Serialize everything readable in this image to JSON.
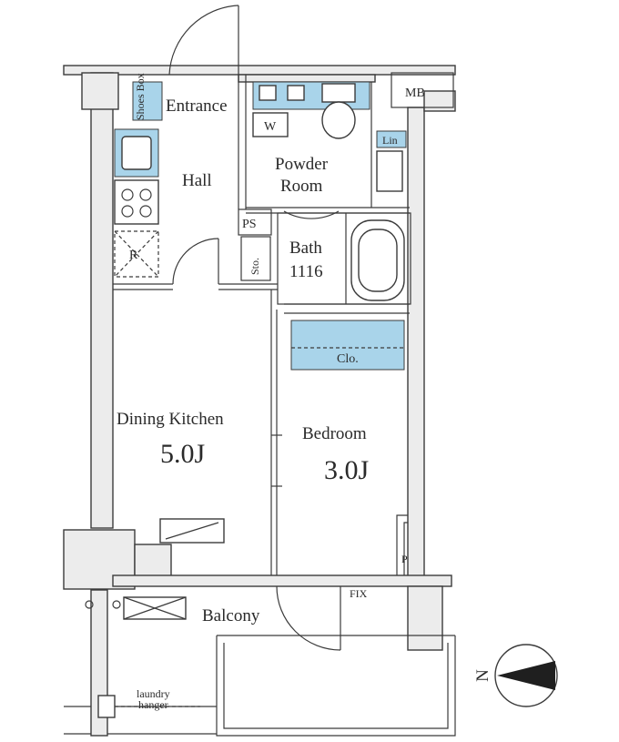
{
  "rooms": {
    "entrance": "Entrance",
    "shoes_box": "Shoes Box",
    "hall": "Hall",
    "powder_room_line1": "Powder",
    "powder_room_line2": "Room",
    "w": "W",
    "lin": "Lin",
    "mb": "MB",
    "ps": "PS",
    "sto": "Sto.",
    "bath_line1": "Bath",
    "bath_line2": "1116",
    "r": "R",
    "clo": "Clo.",
    "dining_kitchen": "Dining Kitchen",
    "dining_kitchen_size": "5.0J",
    "bedroom": "Bedroom",
    "bedroom_size": "3.0J",
    "p": "P",
    "fix": "FIX",
    "balcony": "Balcony",
    "laundry_line1": "laundry",
    "laundry_line2": "hanger"
  },
  "compass": {
    "label": "N"
  },
  "colors": {
    "fixture_fill": "#a9d4ea",
    "wall": "#3b3b3b",
    "background": "#ffffff"
  }
}
